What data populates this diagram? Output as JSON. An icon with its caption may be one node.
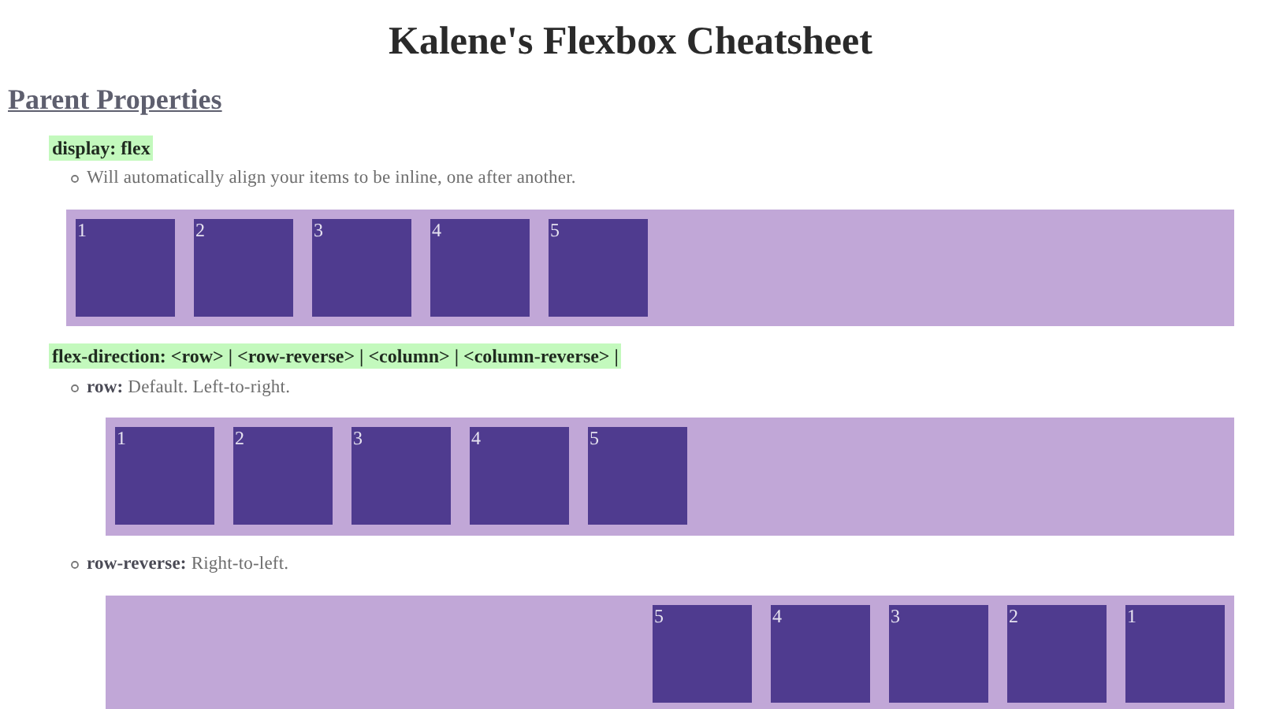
{
  "diagram": {
    "title": "Kalene's Flexbox Cheatsheet",
    "nodes": [
      {
        "text": [],
        "shape": "box"
      },
      {
        "text": [
          "1"
        ],
        "in": 0
      },
      {
        "text": [
          "2"
        ],
        "in": 0
      },
      {
        "text": [
          "3"
        ],
        "in": 0
      },
      {
        "text": [
          "4"
        ],
        "in": 0
      },
      {
        "text": [
          "5"
        ],
        "in": 0
      },
      {
        "text": [],
        "shape": "box"
      },
      {
        "text": [
          "1"
        ],
        "in": 6
      },
      {
        "text": [
          "2"
        ],
        "in": 6
      },
      {
        "text": [
          "3"
        ],
        "in": 6
      },
      {
        "text": [
          "4"
        ],
        "in": 6
      },
      {
        "text": [
          "5"
        ],
        "in": 6
      },
      {
        "text": [],
        "shape": "box"
      },
      {
        "text": [
          "5"
        ],
        "in": 12
      },
      {
        "text": [
          "4"
        ],
        "in": 12
      },
      {
        "text": [
          "3"
        ],
        "in": 12
      },
      {
        "text": [
          "2"
        ],
        "in": 12
      },
      {
        "text": [
          "1"
        ],
        "in": 12
      }
    ],
    "labels": [
      "Parent Properties",
      "display: flex",
      "Will automatically align your items to be inline, one after another.",
      "flex-direction: <row> | <row-reverse> | <column> | <column-reverse> |",
      "**row:** Default. Left-to-right.",
      "**row-reverse:** Right-to-left."
    ]
  }
}
